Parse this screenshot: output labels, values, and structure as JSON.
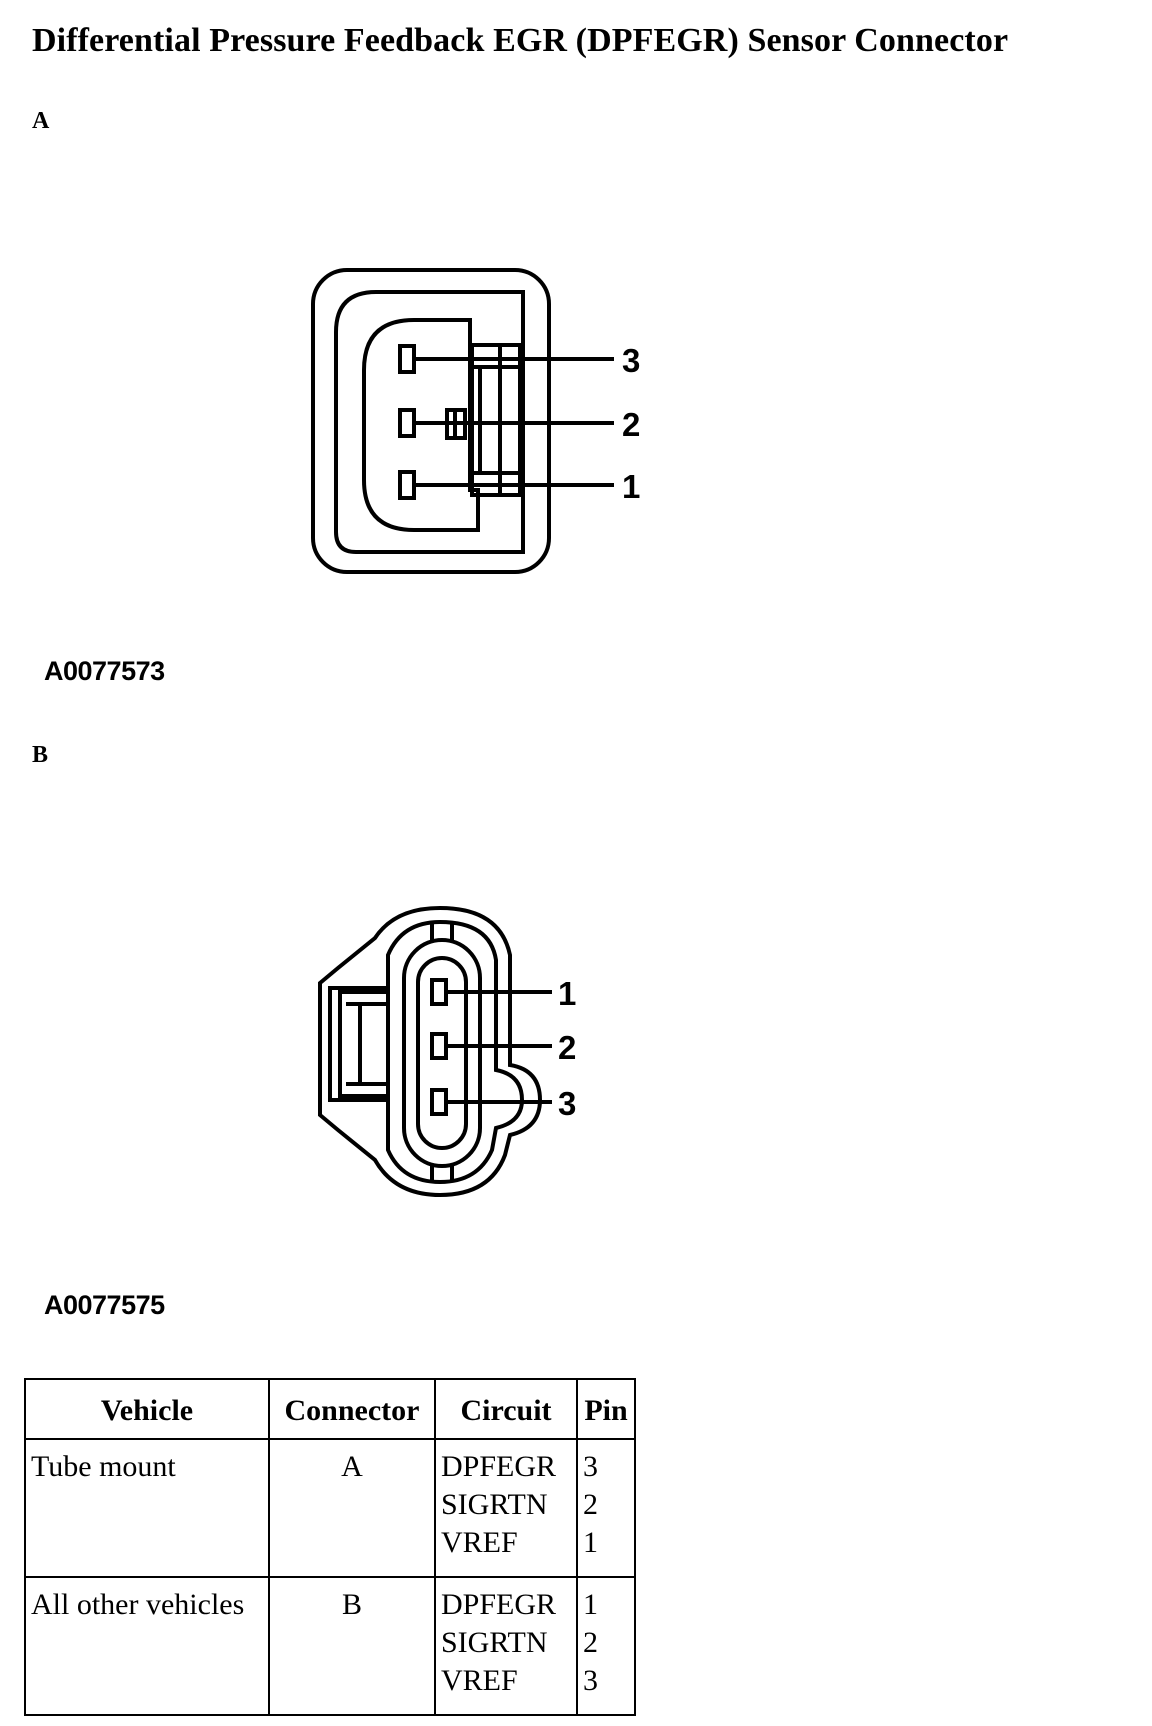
{
  "title": "Differential Pressure Feedback EGR (DPFEGR) Sensor Connector",
  "figure_a": {
    "label": "A",
    "figure_id": "A0077573",
    "pin_numbers": [
      "3",
      "2",
      "1"
    ]
  },
  "figure_b": {
    "label": "B",
    "figure_id": "A0077575",
    "pin_numbers": [
      "1",
      "2",
      "3"
    ]
  },
  "table": {
    "headers": {
      "vehicle": "Vehicle",
      "connector": "Connector",
      "circuit": "Circuit",
      "pin": "Pin"
    },
    "rows": [
      {
        "vehicle": "Tube mount",
        "connector": "A",
        "circuits": [
          "DPFEGR",
          "SIGRTN",
          "VREF"
        ],
        "pins": [
          "3",
          "2",
          "1"
        ]
      },
      {
        "vehicle": "All other vehicles",
        "connector": "B",
        "circuits": [
          "DPFEGR",
          "SIGRTN",
          "VREF"
        ],
        "pins": [
          "1",
          "2",
          "3"
        ]
      }
    ]
  }
}
